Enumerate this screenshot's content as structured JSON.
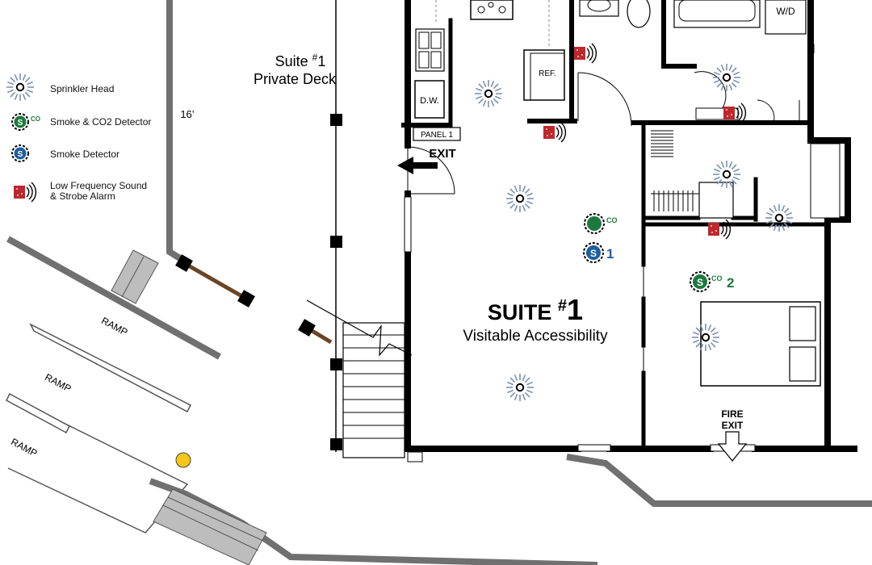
{
  "legend": {
    "sprinkler": "Sprinkler Head",
    "smoke_co2": "Smoke & CO2 Detector",
    "smoke": "Smoke Detector",
    "alarm_line1": "Low Frequency Sound",
    "alarm_line2": "& Strobe Alarm"
  },
  "deck": {
    "title_prefix": "Suite ",
    "title_num": "1",
    "title_line2": "Private Deck",
    "dimension": "16’"
  },
  "suite": {
    "title_prefix": "SUITE ",
    "title_num": "1",
    "subtitle": "Visitable Accessibility"
  },
  "labels": {
    "panel": "PANEL 1",
    "exit": "EXIT",
    "fire_exit_1": "FIRE",
    "fire_exit_2": "EXIT",
    "fridge": "REF.",
    "dishwasher": "D.W.",
    "washer_dryer": "W/D",
    "ramp": "RAMP",
    "detector_1": "1",
    "detector_2": "2",
    "smoke_letter": "S",
    "co_sup": "CO"
  },
  "colors": {
    "wall": "#000000",
    "ramp_gray": "#707070",
    "alarm_red": "#c0272d",
    "smoke_co_green": "#1d7a3e",
    "smoke_blue": "#1e5fa0",
    "sprinkler_blue": "#7d93b4",
    "beam_brown": "#6b4423",
    "light_yellow": "#f5c518"
  }
}
